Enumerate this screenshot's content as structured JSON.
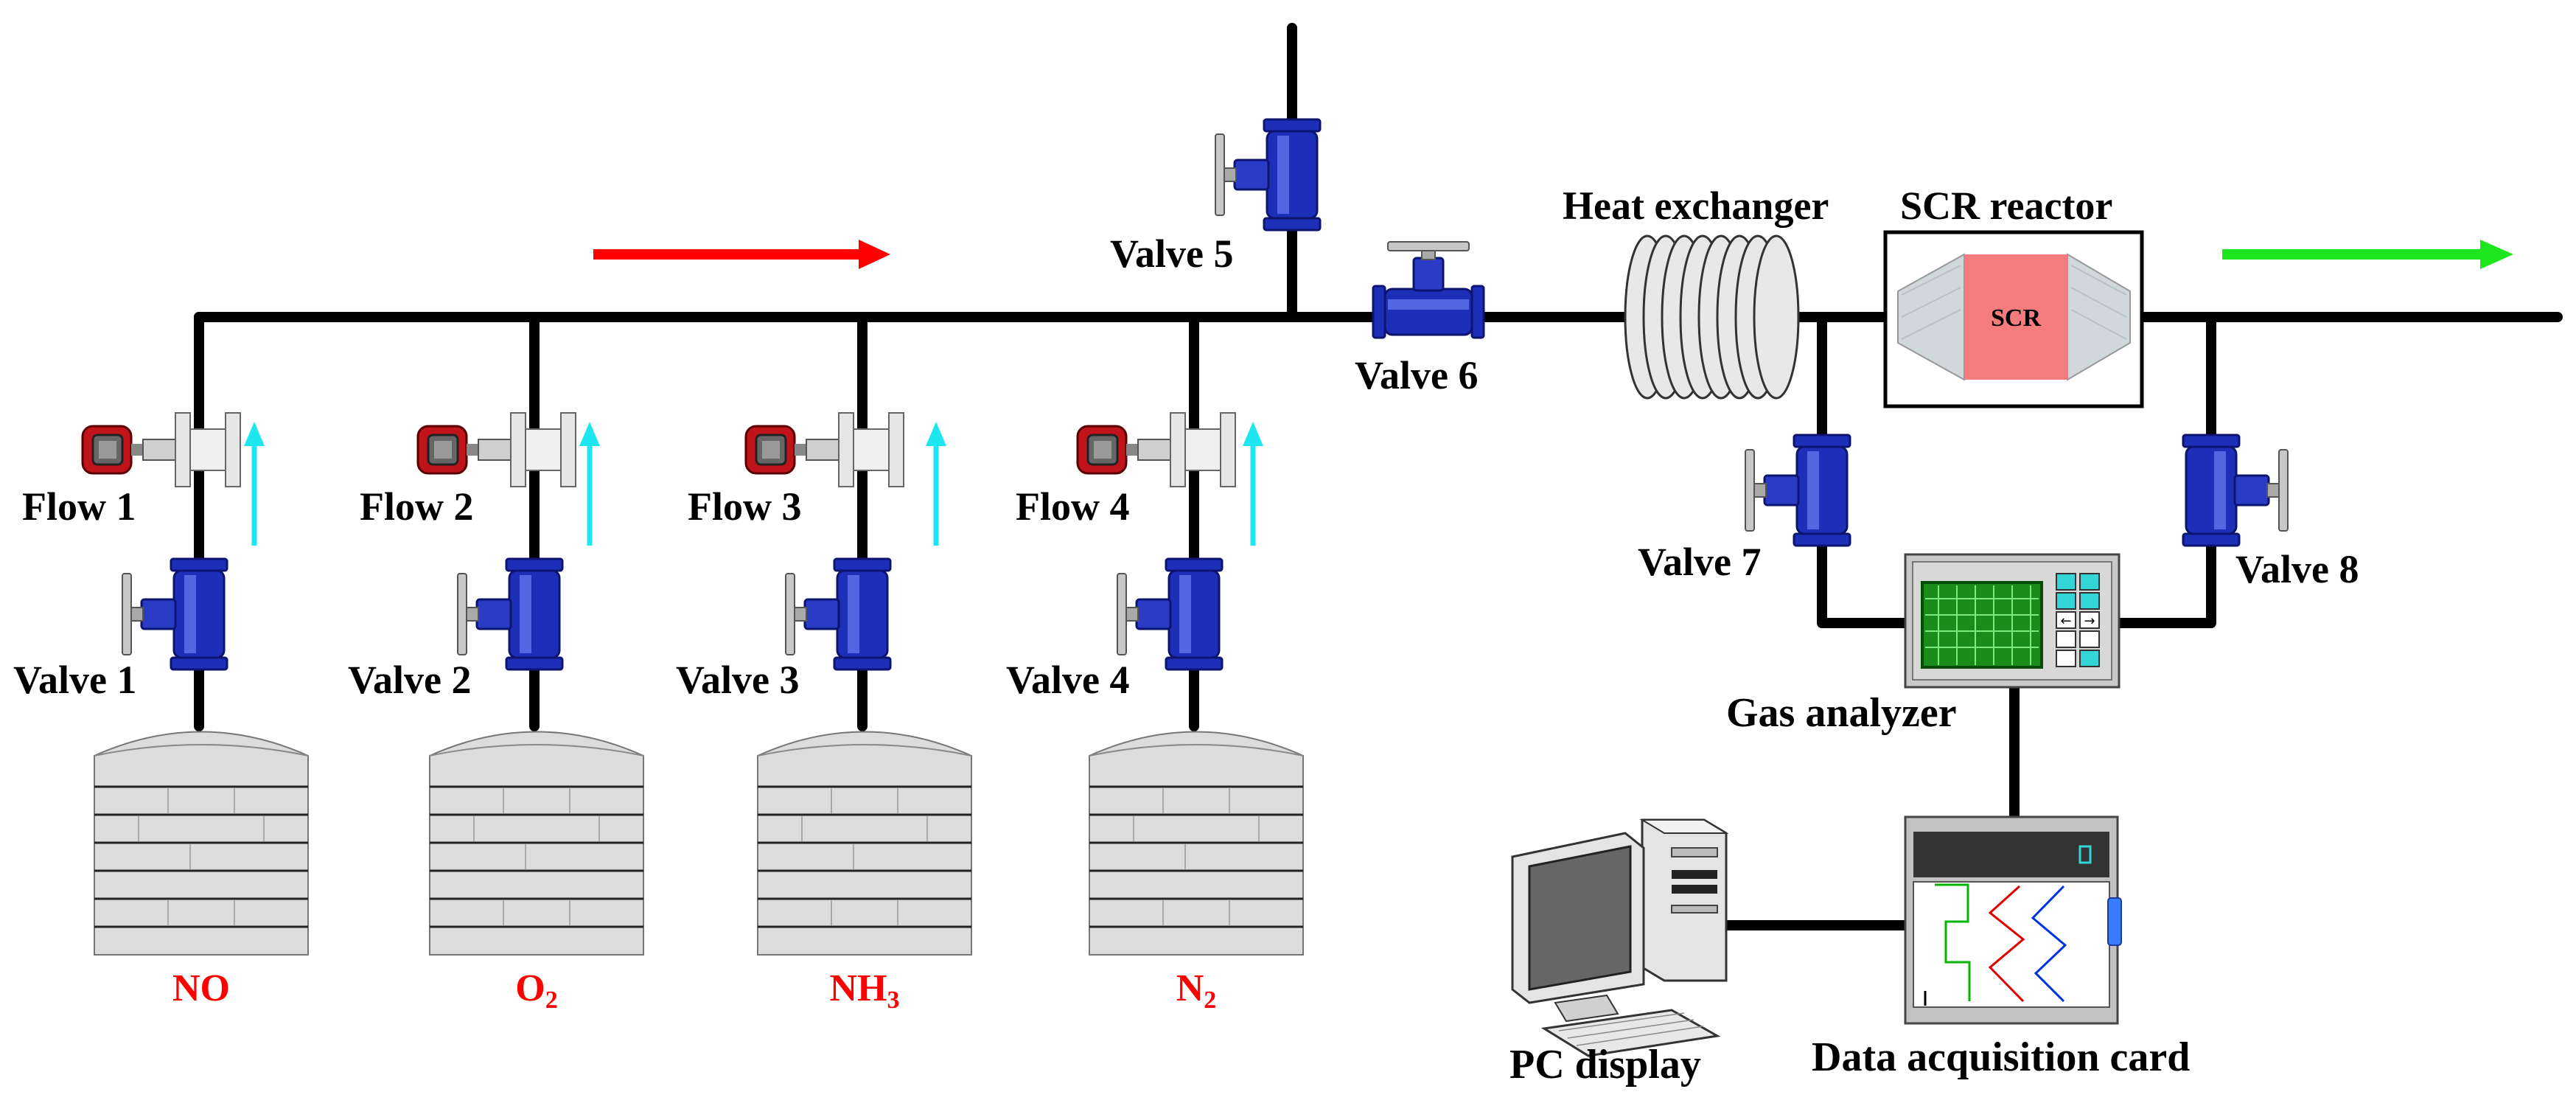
{
  "colors": {
    "pipe": "#000000",
    "valve_body": "#1d2fb8",
    "valve_dark": "#0b1570",
    "flow_meter": "#c0141a",
    "flow_arrow_up": "#1ee6f0",
    "main_flow_arrow": "#ff0000",
    "outlet_arrow": "#1ee61e",
    "gas_label": "#ff0000",
    "scr_core": "#f47c7c",
    "tank_body": "#dcdcdc"
  },
  "valves": {
    "v1": "Valve 1",
    "v2": "Valve 2",
    "v3": "Valve 3",
    "v4": "Valve 4",
    "v5": "Valve 5",
    "v6": "Valve 6",
    "v7": "Valve 7",
    "v8": "Valve 8"
  },
  "flows": {
    "f1": "Flow 1",
    "f2": "Flow 2",
    "f3": "Flow 3",
    "f4": "Flow 4"
  },
  "gases": {
    "no": "NO",
    "o2_base": "O",
    "o2_sub": "2",
    "nh3_base": "NH",
    "nh3_sub": "3",
    "n2_base": "N",
    "n2_sub": "2"
  },
  "equipment": {
    "heat_exchanger": "Heat exchanger",
    "scr_reactor": "SCR reactor",
    "scr_core": "SCR",
    "gas_analyzer": "Gas analyzer",
    "pc_display": "PC display",
    "daq_card": "Data acquisition card"
  }
}
